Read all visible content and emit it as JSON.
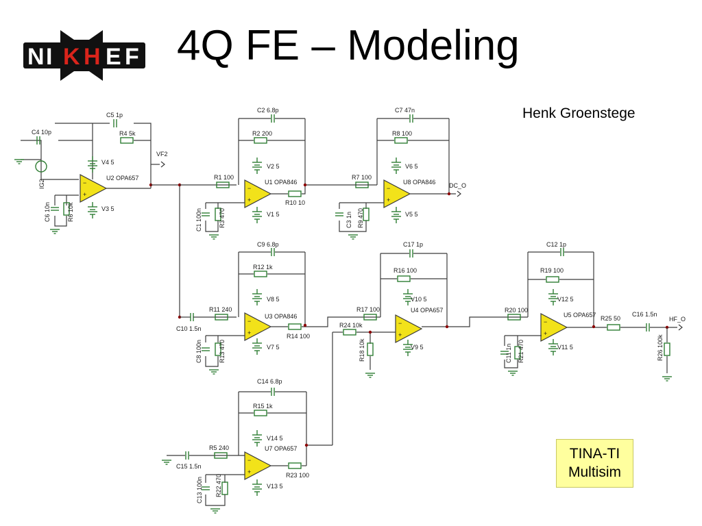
{
  "title": "4Q FE – Modeling",
  "author": "Henk Groenstege",
  "logo": {
    "letters": [
      "N",
      "I",
      "K",
      "H",
      "E",
      "F"
    ]
  },
  "sim_box": {
    "line1": "TINA-TI",
    "line2": "Multisim"
  },
  "colors": {
    "opamp_fill": "#f2e21a",
    "note_fill": "#ffff9e",
    "wire": "#3a3a3a",
    "component": "#2e7d32",
    "logo_red": "#d9241b"
  },
  "components": [
    {
      "id": "C5",
      "t": "C5 1p"
    },
    {
      "id": "C4",
      "t": "C4 10p"
    },
    {
      "id": "R4",
      "t": "R4 5k"
    },
    {
      "id": "V4",
      "t": "V4 5"
    },
    {
      "id": "U2",
      "t": "U2 OPA657"
    },
    {
      "id": "V3",
      "t": "V3 5"
    },
    {
      "id": "C6",
      "t": "C6 10n"
    },
    {
      "id": "R6",
      "t": "R6 10k"
    },
    {
      "id": "IG2",
      "t": "IG2"
    },
    {
      "id": "VF2",
      "t": "VF2"
    },
    {
      "id": "C2",
      "t": "C2 6.8p"
    },
    {
      "id": "R2",
      "t": "R2 200"
    },
    {
      "id": "V2",
      "t": "V2 5"
    },
    {
      "id": "R1",
      "t": "R1 100"
    },
    {
      "id": "U1",
      "t": "U1 OPA846"
    },
    {
      "id": "R10",
      "t": "R10 10"
    },
    {
      "id": "C1",
      "t": "C1 100n"
    },
    {
      "id": "R3",
      "t": "R3 470"
    },
    {
      "id": "V1",
      "t": "V1 5"
    },
    {
      "id": "C7",
      "t": "C7 47n"
    },
    {
      "id": "R8",
      "t": "R8 100"
    },
    {
      "id": "V6",
      "t": "V6 5"
    },
    {
      "id": "R7",
      "t": "R7 100"
    },
    {
      "id": "U8",
      "t": "U8 OPA846"
    },
    {
      "id": "DCO",
      "t": "DC_O"
    },
    {
      "id": "C3",
      "t": "C3 1n"
    },
    {
      "id": "R9",
      "t": "R9 470"
    },
    {
      "id": "V5",
      "t": "V5 5"
    },
    {
      "id": "C9",
      "t": "C9 6.8p"
    },
    {
      "id": "R12",
      "t": "R12 1k"
    },
    {
      "id": "V8",
      "t": "V8 5"
    },
    {
      "id": "R11",
      "t": "R11 240"
    },
    {
      "id": "U3",
      "t": "U3 OPA846"
    },
    {
      "id": "C10",
      "t": "C10 1.5n"
    },
    {
      "id": "R14",
      "t": "R14 100"
    },
    {
      "id": "C8",
      "t": "C8 100n"
    },
    {
      "id": "R13",
      "t": "R13 470"
    },
    {
      "id": "V7",
      "t": "V7 5"
    },
    {
      "id": "C17",
      "t": "C17 1p"
    },
    {
      "id": "R16",
      "t": "R16 100"
    },
    {
      "id": "V10",
      "t": "V10 5"
    },
    {
      "id": "R17",
      "t": "R17 100"
    },
    {
      "id": "U4",
      "t": "U4 OPA657"
    },
    {
      "id": "R24",
      "t": "R24 10k"
    },
    {
      "id": "R18",
      "t": "R18 10k"
    },
    {
      "id": "V9",
      "t": "V9 5"
    },
    {
      "id": "C12",
      "t": "C12 1p"
    },
    {
      "id": "R19",
      "t": "R19 100"
    },
    {
      "id": "V12",
      "t": "V12 5"
    },
    {
      "id": "R20",
      "t": "R20 100"
    },
    {
      "id": "U5",
      "t": "U5 OPA657"
    },
    {
      "id": "R25",
      "t": "R25 50"
    },
    {
      "id": "C16",
      "t": "C16 1.5n"
    },
    {
      "id": "HFO",
      "t": "HF_O"
    },
    {
      "id": "C11",
      "t": "C11 1n"
    },
    {
      "id": "R21",
      "t": "R21 470"
    },
    {
      "id": "V11",
      "t": "V11 5"
    },
    {
      "id": "R26",
      "t": "R26 100k"
    },
    {
      "id": "C14",
      "t": "C14 6.8p"
    },
    {
      "id": "R15",
      "t": "R15 1k"
    },
    {
      "id": "V14",
      "t": "V14 5"
    },
    {
      "id": "R5",
      "t": "R5 240"
    },
    {
      "id": "U7",
      "t": "U7 OPA657"
    },
    {
      "id": "C15",
      "t": "C15 1.5n"
    },
    {
      "id": "R23",
      "t": "R23 100"
    },
    {
      "id": "C13",
      "t": "C13 100n"
    },
    {
      "id": "R22",
      "t": "R22 470"
    },
    {
      "id": "V13",
      "t": "V13 5"
    }
  ]
}
